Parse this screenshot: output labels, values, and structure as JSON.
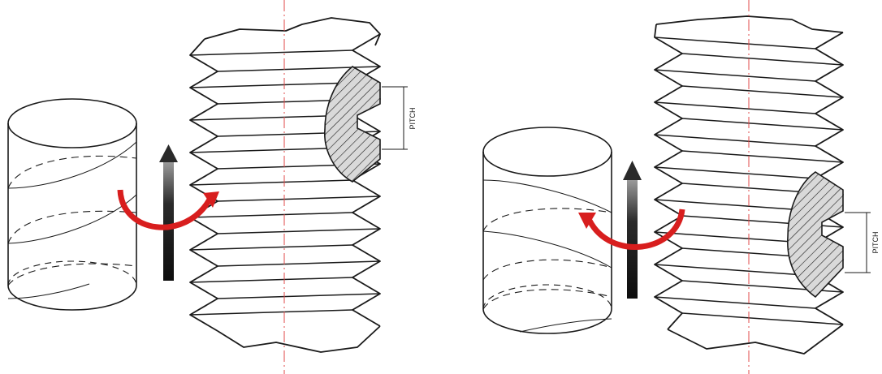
{
  "panels": [
    {
      "id": "left",
      "pitch_label": "PITCH"
    },
    {
      "id": "right",
      "pitch_label": "PITCH"
    }
  ],
  "colors": {
    "outline": "#1a1a1a",
    "hatch_fill": "#d9d9d9",
    "centerline": "#e04a4a",
    "rotation_arrow": "#d81e1e",
    "axial_arrow_dark": "#0d0d0d",
    "axial_arrow_light": "#9a9a9a"
  },
  "icons": {
    "rotation": "curved-rotation-arrow-icon",
    "axial": "axial-motion-arrow-icon"
  }
}
